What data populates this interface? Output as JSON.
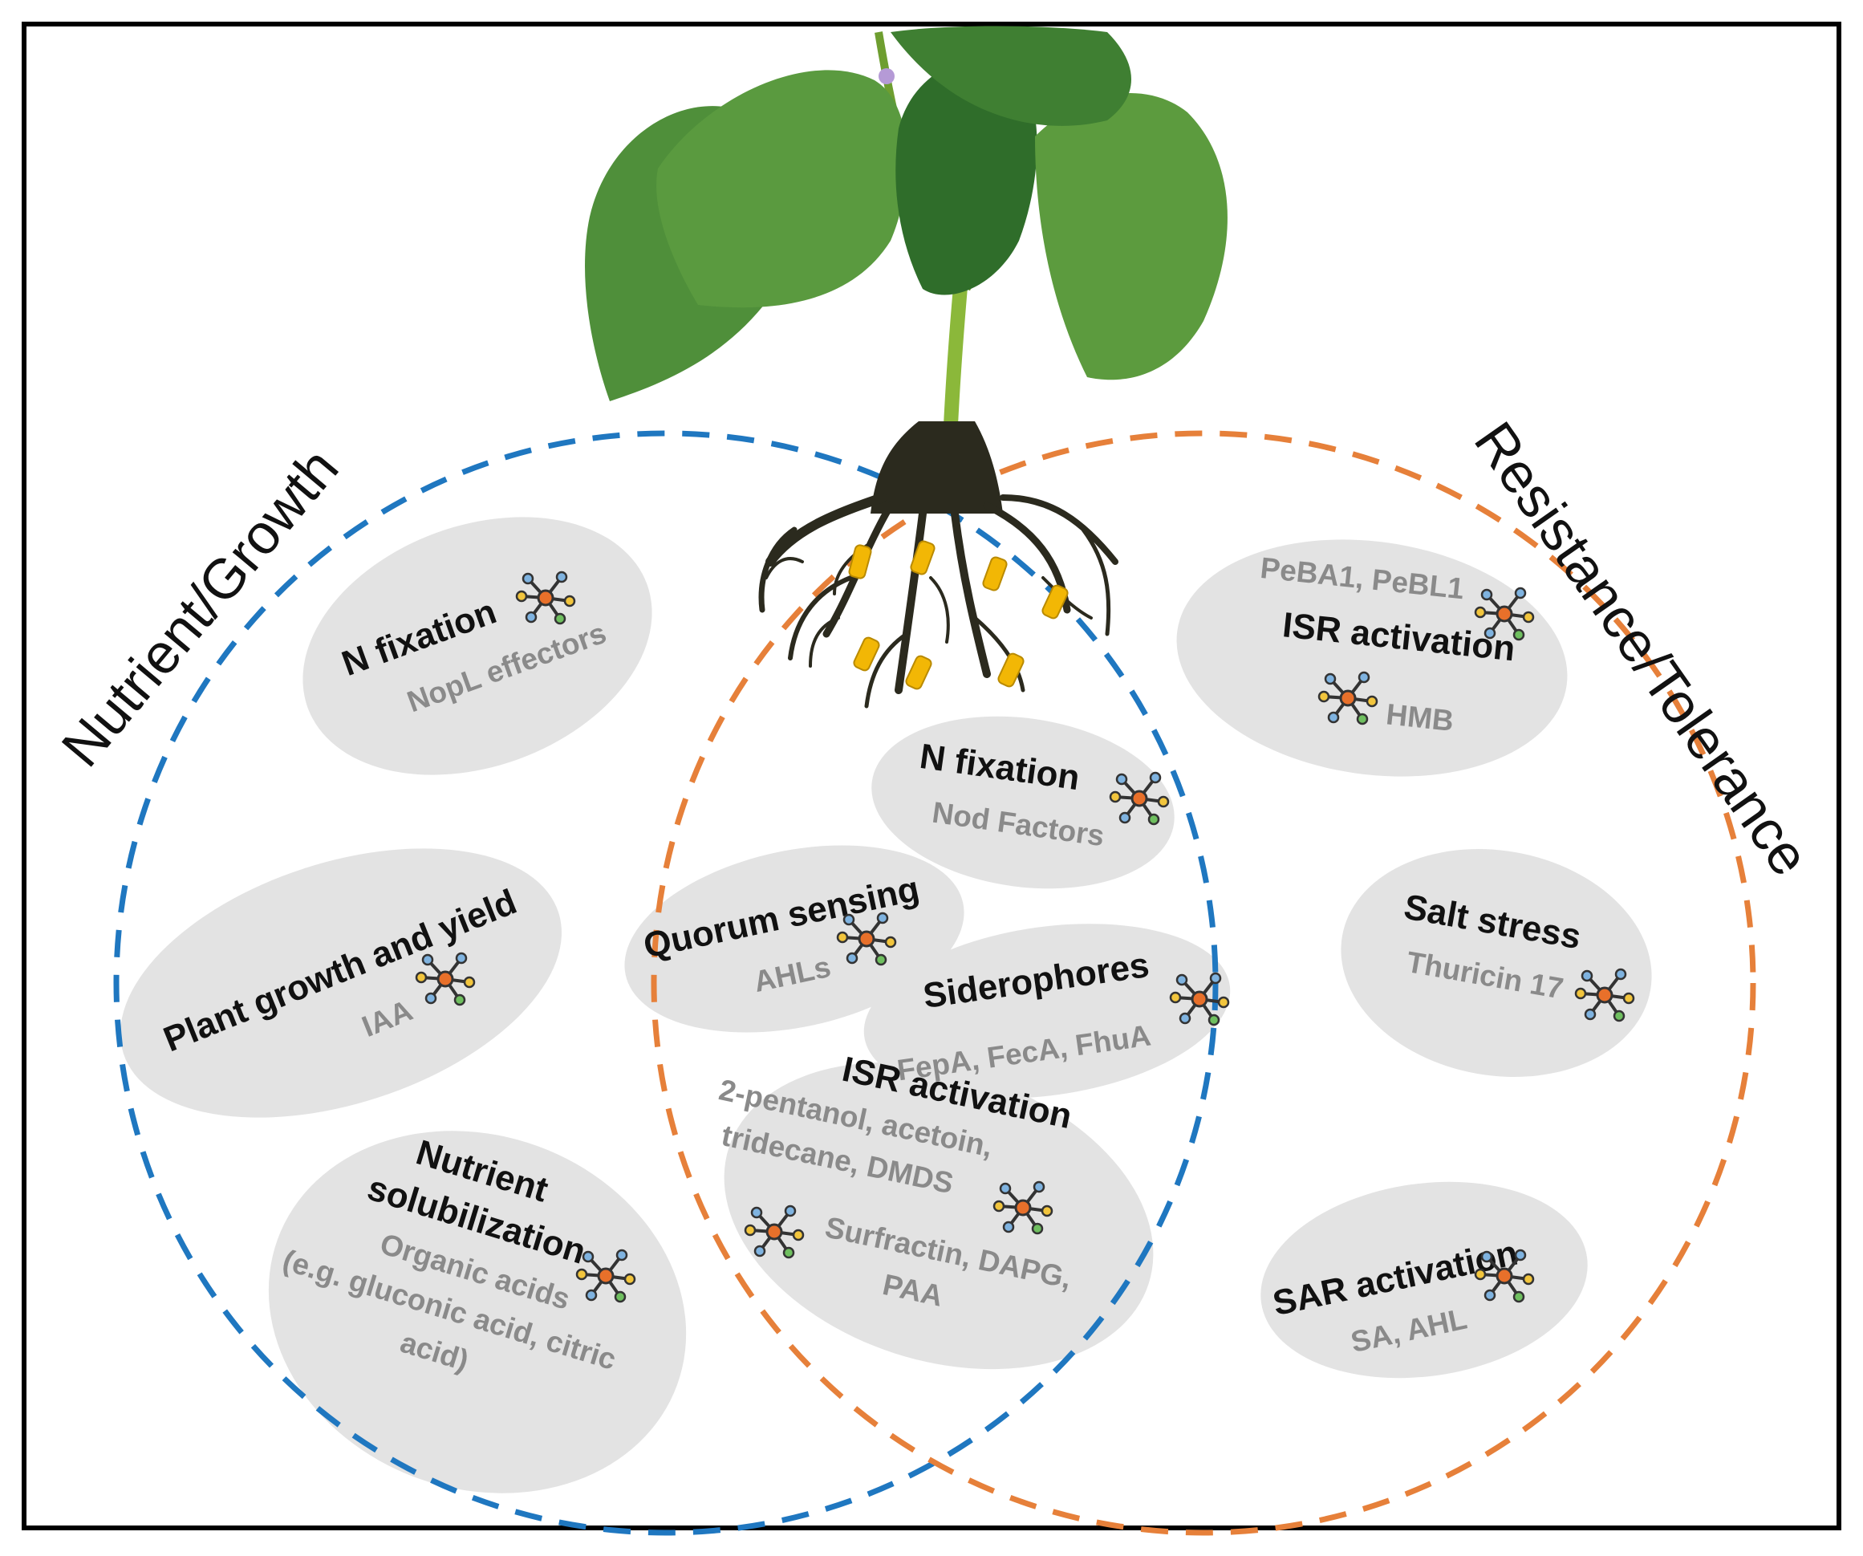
{
  "regions": {
    "left": "Nutrient/Growth",
    "right": "Resistance/Tolerance"
  },
  "colors": {
    "left_circle": "#1f77c0",
    "right_circle": "#e6803a",
    "blob_fill": "#e3e3e3",
    "leaf": "#4f8f3a",
    "root": "#2b2a1e",
    "nodule": "#f2b705"
  },
  "icons": {
    "molecule": "molecule-icon",
    "plant": "plant-icon"
  },
  "items": {
    "n_fixation_left": {
      "title": "N fixation",
      "sub": "NopL effectors"
    },
    "plant_growth": {
      "title": "Plant growth and yield",
      "sub": "IAA"
    },
    "nutrient_solubilization": {
      "title_line1": "Nutrient",
      "title_line2": "solubilization",
      "sub_line1": "Organic acids",
      "sub_line2": "(e.g. gluconic acid, citric",
      "sub_line3": "acid)"
    },
    "n_fixation_center": {
      "title": "N fixation",
      "sub": "Nod Factors"
    },
    "quorum_sensing": {
      "title": "Quorum sensing",
      "sub": "AHLs"
    },
    "siderophores": {
      "title": "Siderophores",
      "sub": "FepA, FecA, FhuA"
    },
    "isr_center": {
      "title": "ISR activation",
      "sub_line1": "2-pentanol, acetoin,",
      "sub_line2": "tridecane, DMDS",
      "sub_line3": "Surfractin, DAPG,",
      "sub_line4": "PAA"
    },
    "isr_right": {
      "sub_top": "PeBA1, PeBL1",
      "title": "ISR activation",
      "sub_bottom": "HMB"
    },
    "salt_stress": {
      "title": "Salt stress",
      "sub": "Thuricin 17"
    },
    "sar_activation": {
      "title": "SAR activation",
      "sub": "SA, AHL"
    }
  }
}
